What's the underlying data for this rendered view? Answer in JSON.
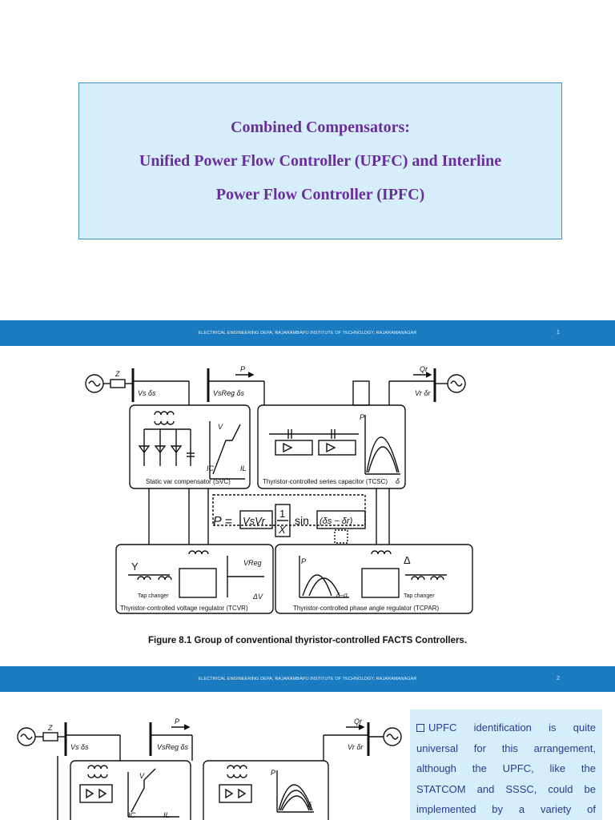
{
  "slide1": {
    "title_lines": [
      "Combined Compensators:",
      "Unified Power Flow Controller (UPFC) and Interline",
      "Power Flow Controller (IPFC)"
    ]
  },
  "footer": {
    "text": "ELECTRICAL ENGINEERING DEPA, RAJARAMBAPU INSTITUTE OF TECHNOLOGY, RAJARAMANAGAR",
    "page1": "1",
    "page2": "2"
  },
  "figure1": {
    "caption": "Figure 8.1 Group of conventional thyristor-controlled FACTS Controllers.",
    "labels": {
      "z": "Z",
      "vs_ds": "Vs δs",
      "p": "P",
      "vsreg": "VsReg δs",
      "qr": "Qr",
      "vr_dr": "Vr δr",
      "svc": "Static var compensator (SVC)",
      "tcsc": "Thyristor-controlled series capacitor (TCSC)",
      "tcvr": "Thyristor-controlled voltage regulator (TCVR)",
      "tcpar": "Thyristor-controlled phase angle regulator (TCPAR)",
      "tap1": "Tap changer",
      "tap2": "Tap changer",
      "v": "V",
      "ic": "IC",
      "il": "IL",
      "p_axis": "P",
      "delta": "δ",
      "vreg": "VReg",
      "dv": "ΔV",
      "p_axis2": "P",
      "delta_sigma": "δ−σ",
      "y": "Y",
      "big_delta": "Δ",
      "eq_p": "P =",
      "eq_vsvr": "VsVr",
      "eq_one": "1",
      "eq_x": "X",
      "eq_sin": "sin",
      "eq_angle": "(δs − δr)"
    }
  },
  "figure2": {
    "labels": {
      "z": "Z",
      "vs_ds": "Vs δs",
      "p": "P",
      "vsreg": "VsReg δs",
      "qr": "Qr",
      "vr_dr": "Vr δr",
      "v": "V",
      "ic": "IC",
      "il": "IL",
      "p_axis": "P",
      "delta": "δ"
    }
  },
  "bullet": {
    "lines": [
      "UPFC identification is quite",
      "universal for this arrangement,",
      "although the UPFC, like the",
      "STATCOM and SSSC, could be",
      "implemented by a variety of"
    ]
  }
}
